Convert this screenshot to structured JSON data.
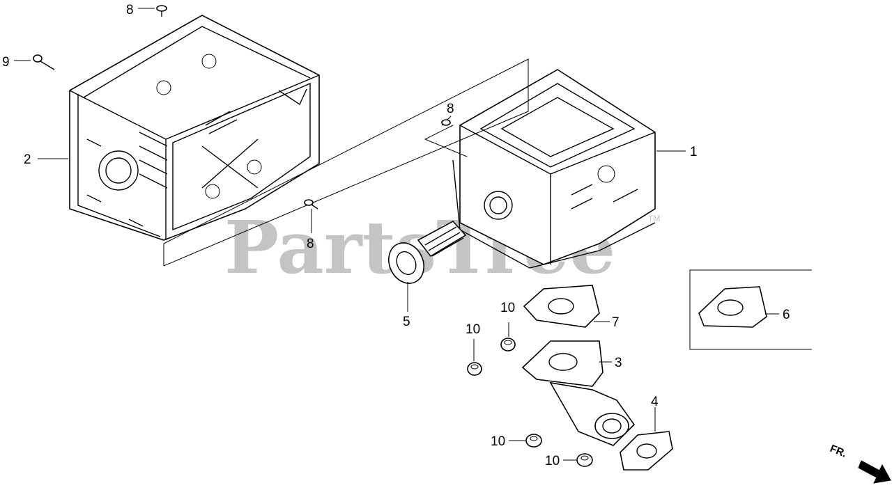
{
  "watermark": {
    "text": "PartsTree",
    "trademark": "TM"
  },
  "direction_marker": {
    "text": "FR."
  },
  "callouts": [
    {
      "label": "1"
    },
    {
      "label": "2"
    },
    {
      "label": "3"
    },
    {
      "label": "4"
    },
    {
      "label": "5"
    },
    {
      "label": "6"
    },
    {
      "label": "7"
    },
    {
      "label": "8"
    },
    {
      "label": "8"
    },
    {
      "label": "8"
    },
    {
      "label": "9"
    },
    {
      "label": "10"
    },
    {
      "label": "10"
    },
    {
      "label": "10"
    },
    {
      "label": "10"
    }
  ],
  "colors": {
    "line": "#000000",
    "watermark": "#c4c4c4",
    "background": "#ffffff"
  }
}
